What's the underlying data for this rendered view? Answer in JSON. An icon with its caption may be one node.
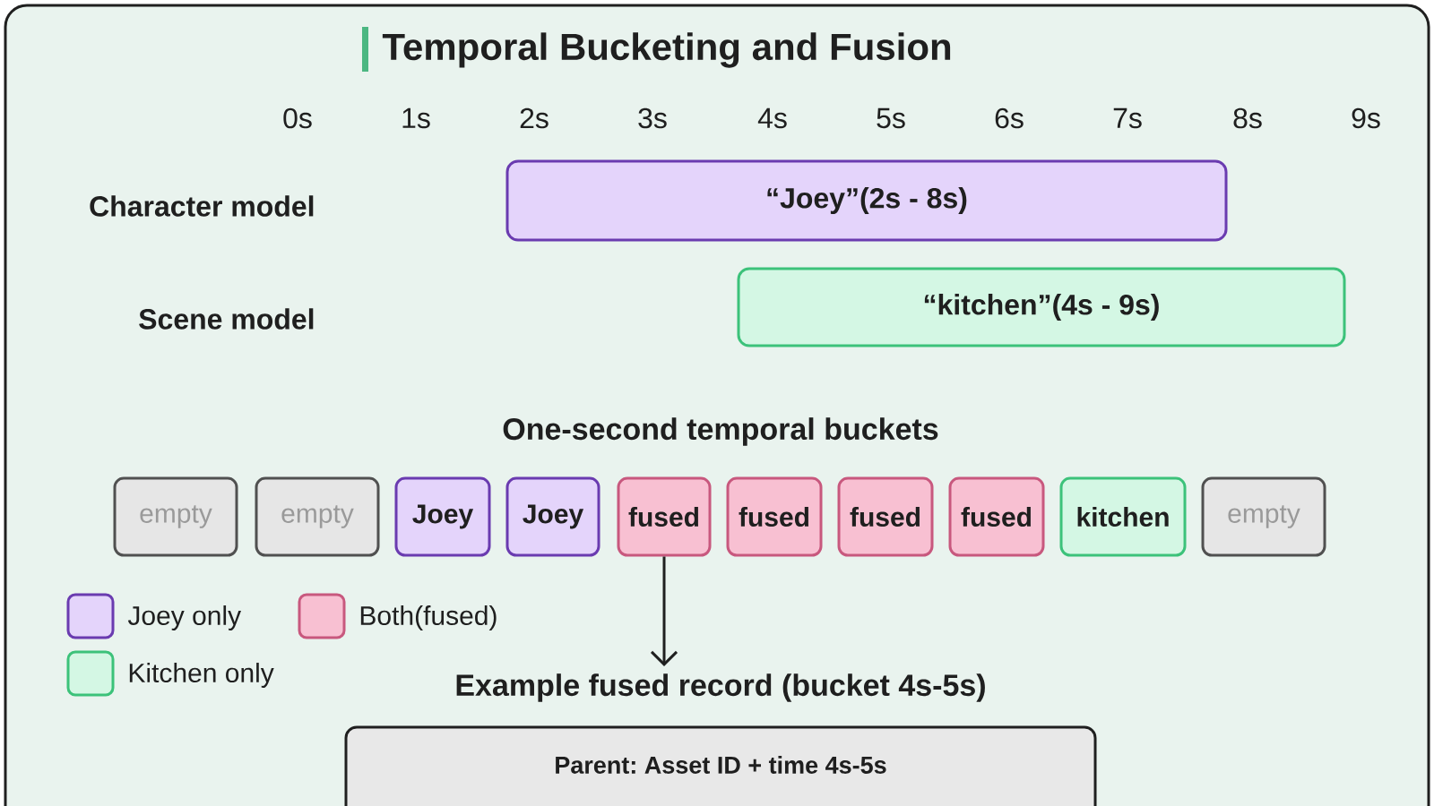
{
  "diagram": {
    "title": "Temporal Bucketing and Fusion",
    "nodes": [
      {
        "text": [
          "“Joey”(2s - 8s)"
        ]
      },
      {
        "text": [
          "“kitchen”(4s - 9s)"
        ]
      },
      {
        "text": [
          "empty"
        ]
      },
      {
        "text": [
          "empty"
        ]
      },
      {
        "text": [
          "Joey"
        ]
      },
      {
        "text": [
          "Joey"
        ]
      },
      {
        "text": [
          "fused"
        ]
      },
      {
        "text": [
          "fused"
        ]
      },
      {
        "text": [
          "fused"
        ]
      },
      {
        "text": [
          "fused"
        ]
      },
      {
        "text": [
          "kitchen"
        ]
      },
      {
        "text": [
          "empty"
        ]
      },
      {
        "text": [
          "Example fused record (bucket 4s-5s)",
          "Parent: Asset ID + time 4s-5s"
        ]
      }
    ],
    "edges": [
      {
        "from": 6,
        "to": 12,
        "arrow": "to"
      }
    ],
    "labels": [
      "0s",
      "1s",
      "2s",
      "3s",
      "4s",
      "5s",
      "6s",
      "7s",
      "8s",
      "9s",
      "Character model",
      "Scene model",
      "One-second temporal buckets"
    ],
    "legend": [
      {
        "text": "Joey only",
        "color": "#e4d4fb"
      },
      {
        "text": "Both(fused)",
        "color": "#f8c0d2"
      },
      {
        "text": "Kitchen only",
        "color": "#d4f7e4"
      }
    ]
  }
}
